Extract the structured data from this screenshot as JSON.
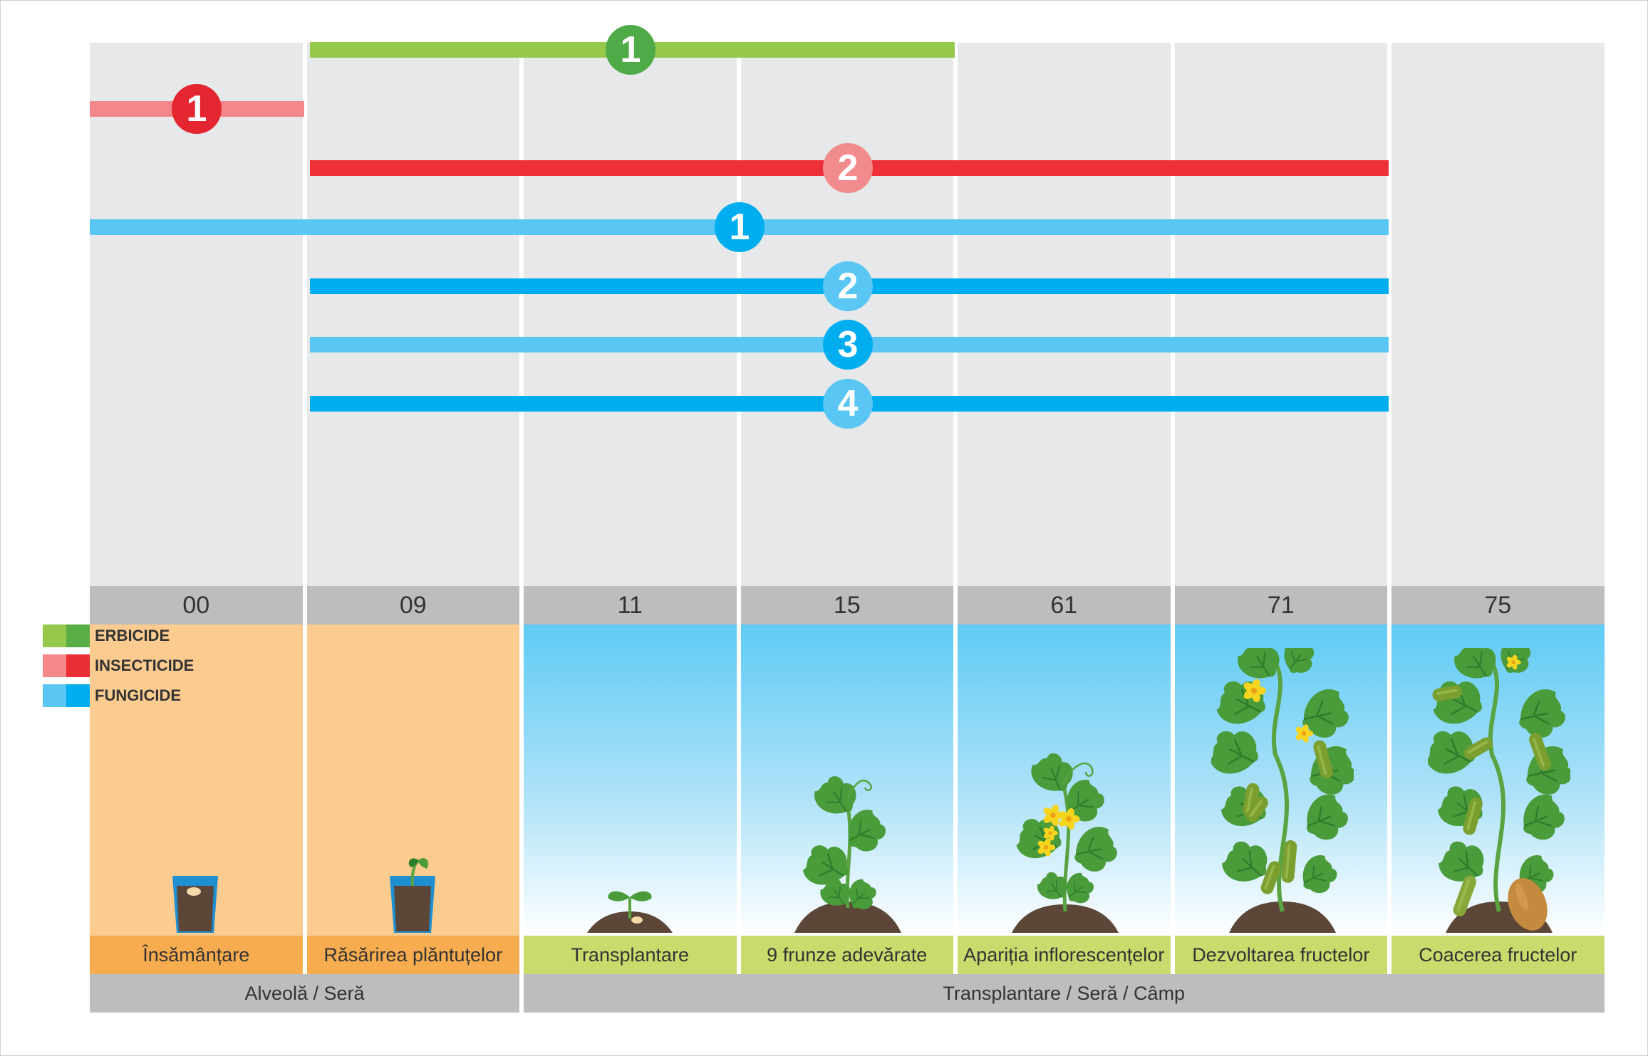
{
  "chart_data": {
    "type": "gantt",
    "stages": [
      {
        "code": "00",
        "label": "Însămânțare"
      },
      {
        "code": "09",
        "label": "Răsărirea plăntuțelor"
      },
      {
        "code": "11",
        "label": "Transplantare"
      },
      {
        "code": "15",
        "label": "9 frunze adevărate"
      },
      {
        "code": "61",
        "label": "Apariția inflorescențelor"
      },
      {
        "code": "71",
        "label": "Dezvoltarea fructelor"
      },
      {
        "code": "75",
        "label": "Coacerea fructelor"
      }
    ],
    "phases": [
      {
        "label": "Alveolă / Seră",
        "start": 0,
        "end": 1
      },
      {
        "label": "Transplantare / Seră / Câmp",
        "start": 2,
        "end": 6
      }
    ],
    "legend": [
      {
        "key": "erbicide",
        "label": "ERBICIDE",
        "color_light": "#96c94b",
        "color_dark": "#5aae46"
      },
      {
        "key": "insecticide",
        "label": "INSECTICIDE",
        "color_light": "#f4878a",
        "color_dark": "#ea2e36"
      },
      {
        "key": "fungicide",
        "label": "FUNGICIDE",
        "color_light": "#5ac6f3",
        "color_dark": "#00aeef"
      }
    ],
    "treatments": [
      {
        "category": "erbicide",
        "number": "1",
        "start_stage": "09",
        "end_stage": "15",
        "bar_color": "#96c94b",
        "badge_color": "#4fab47"
      },
      {
        "category": "insecticide",
        "number": "1",
        "start_stage": "00",
        "end_stage": "00",
        "bar_color": "#f4878a",
        "badge_color": "#e42630"
      },
      {
        "category": "insecticide",
        "number": "2",
        "start_stage": "09",
        "end_stage": "71",
        "bar_color": "#ee3139",
        "badge_color": "#f28b8e"
      },
      {
        "category": "fungicide",
        "number": "1",
        "start_stage": "00",
        "end_stage": "71",
        "bar_color": "#5ac6f3",
        "badge_color": "#00aeef"
      },
      {
        "category": "fungicide",
        "number": "2",
        "start_stage": "09",
        "end_stage": "71",
        "bar_color": "#00aeef",
        "badge_color": "#5ac6f3"
      },
      {
        "category": "fungicide",
        "number": "3",
        "start_stage": "09",
        "end_stage": "71",
        "bar_color": "#5ac6f3",
        "badge_color": "#00aeef"
      },
      {
        "category": "fungicide",
        "number": "4",
        "start_stage": "09",
        "end_stage": "71",
        "bar_color": "#00aeef",
        "badge_color": "#5ac6f3"
      }
    ],
    "stage_icons": [
      "seed-in-cup-icon",
      "sprout-in-cup-icon",
      "seedling-icon",
      "young-cucumber-plant-icon",
      "flowering-cucumber-plant-icon",
      "fruiting-cucumber-plant-icon",
      "ripe-cucumber-plant-icon"
    ]
  }
}
